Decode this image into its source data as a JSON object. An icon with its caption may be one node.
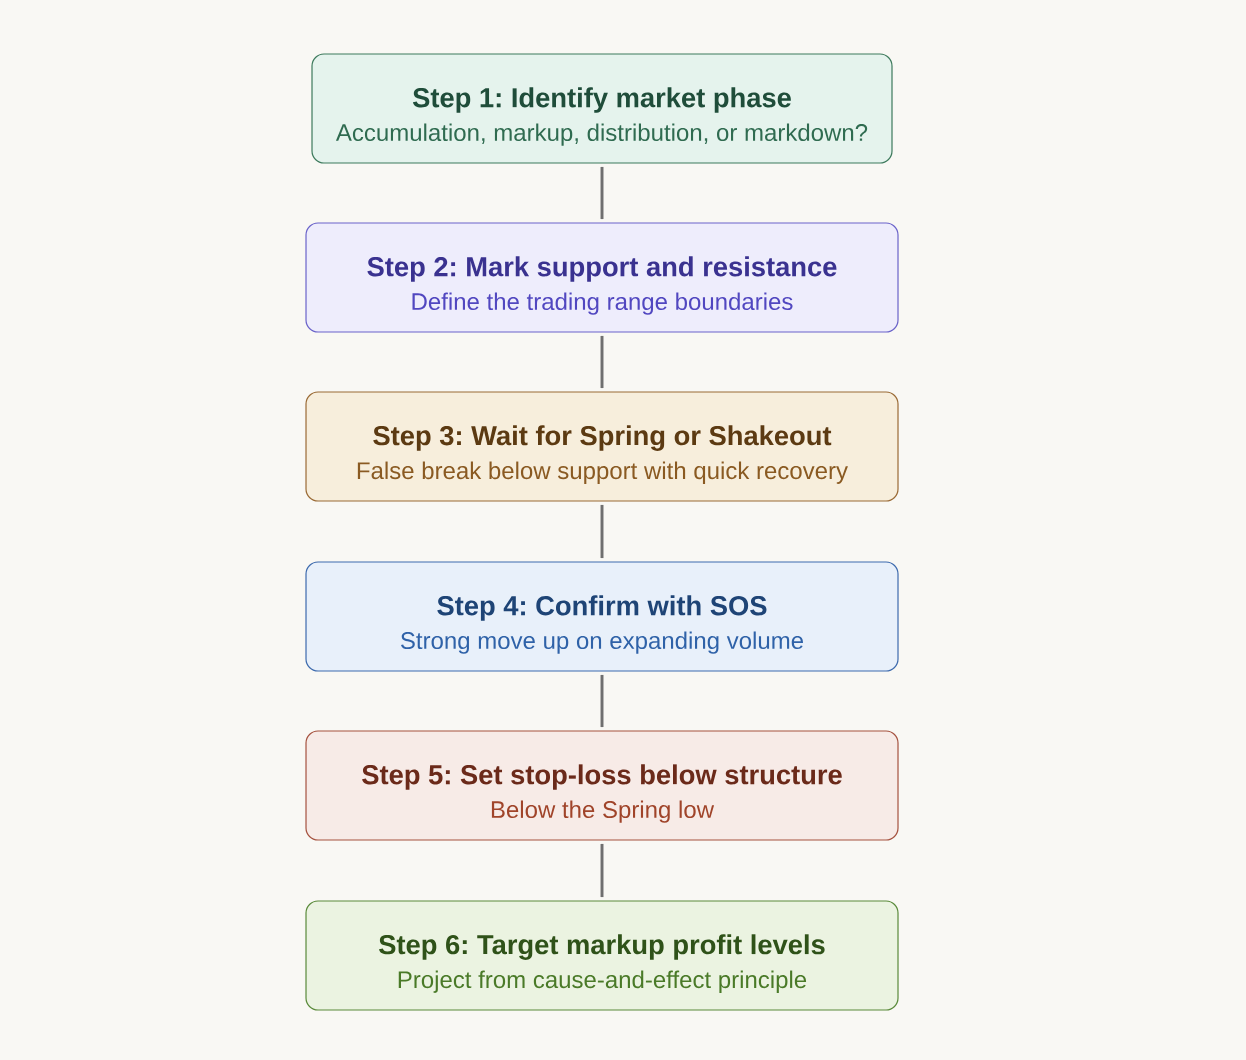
{
  "diagram": {
    "nodes": [
      {
        "text": [
          "Step 1: Identify market phase",
          "Accumulation, markup, distribution, or markdown?"
        ]
      },
      {
        "text": [
          "Step 2: Mark support and resistance",
          "Define the trading range boundaries"
        ]
      },
      {
        "text": [
          "Step 3: Wait for Spring or Shakeout",
          "False break below support with quick recovery"
        ]
      },
      {
        "text": [
          "Step 4: Confirm with SOS",
          "Strong move up on expanding volume"
        ]
      },
      {
        "text": [
          "Step 5: Set stop-loss below structure",
          "Below the Spring low"
        ]
      },
      {
        "text": [
          "Step 6: Target markup profit levels",
          "Project from cause-and-effect principle"
        ]
      }
    ],
    "edges": [
      {
        "from": 0,
        "to": 1,
        "arrow": "none"
      },
      {
        "from": 1,
        "to": 2,
        "arrow": "none"
      },
      {
        "from": 2,
        "to": 3,
        "arrow": "none"
      },
      {
        "from": 3,
        "to": 4,
        "arrow": "none"
      },
      {
        "from": 4,
        "to": 5,
        "arrow": "none"
      }
    ]
  }
}
